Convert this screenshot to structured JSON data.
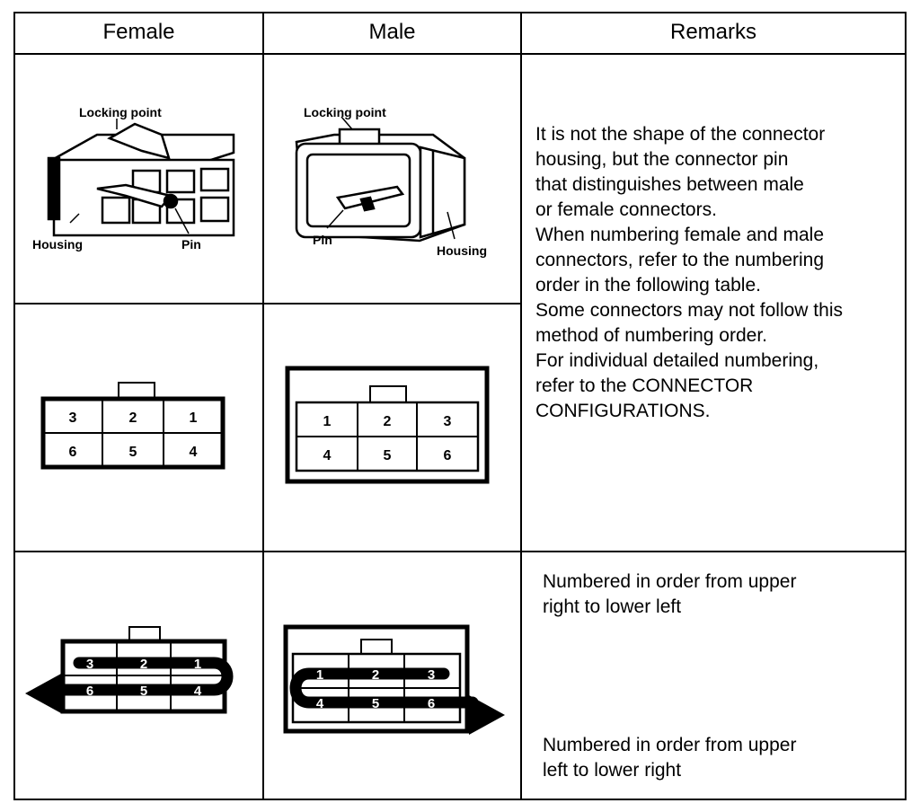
{
  "table": {
    "headers": {
      "female": "Female",
      "male": "Male",
      "remarks": "Remarks"
    }
  },
  "female_connector": {
    "locking_point": "Locking point",
    "housing": "Housing",
    "pin": "Pin"
  },
  "male_connector": {
    "locking_point": "Locking point",
    "pin": "Pin",
    "housing": "Housing"
  },
  "female_grid": {
    "pins": [
      "3",
      "2",
      "1",
      "6",
      "5",
      "4"
    ]
  },
  "male_grid": {
    "pins": [
      "1",
      "2",
      "3",
      "4",
      "5",
      "6"
    ]
  },
  "remarks": {
    "main": "It is not the shape of the connector\nhousing, but the connector pin\nthat distinguishes between male\nor female connectors.\nWhen numbering female and male\nconnectors, refer to the numbering\norder in the following table.\nSome connectors may not follow this\nmethod of numbering order.\nFor individual detailed numbering,\nrefer to the CONNECTOR\nCONFIGURATIONS.",
    "female_order": "Numbered in order from upper\nright to lower left",
    "male_order": "Numbered in order from upper\nleft to lower right"
  }
}
